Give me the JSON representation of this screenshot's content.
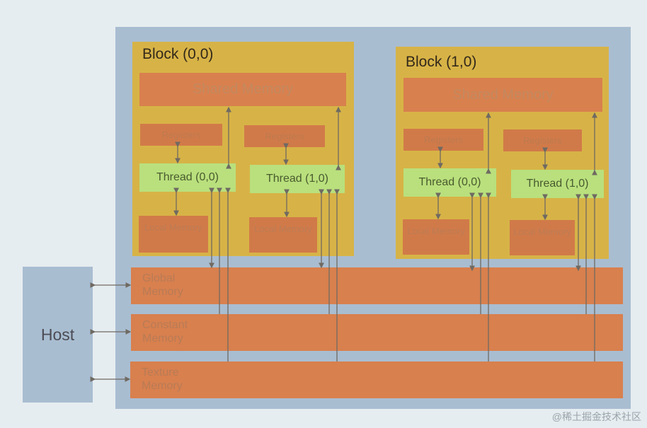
{
  "grid": {
    "blocks": [
      {
        "title": "Block (0,0)",
        "shared": "Shared Memory",
        "registers": [
          "Registers",
          "Registers"
        ],
        "threads": [
          "Thread (0,0)",
          "Thread (1,0)"
        ],
        "local": [
          "Local Memory",
          "Local Memory"
        ]
      },
      {
        "title": "Block (1,0)",
        "shared": "Shared Memory",
        "registers": [
          "Registers",
          "Registers"
        ],
        "threads": [
          "Thread (0,0)",
          "Thread (1,0)"
        ],
        "local": [
          "Local Memory",
          "Local Memory"
        ]
      }
    ],
    "global": {
      "line1": "Global",
      "line2": "Memory"
    },
    "constant": {
      "line1": "Constant",
      "line2": "Memory"
    },
    "texture": {
      "line1": "Texture",
      "line2": "Memory"
    }
  },
  "host": "Host",
  "watermark": "@稀土掘金技术社区"
}
